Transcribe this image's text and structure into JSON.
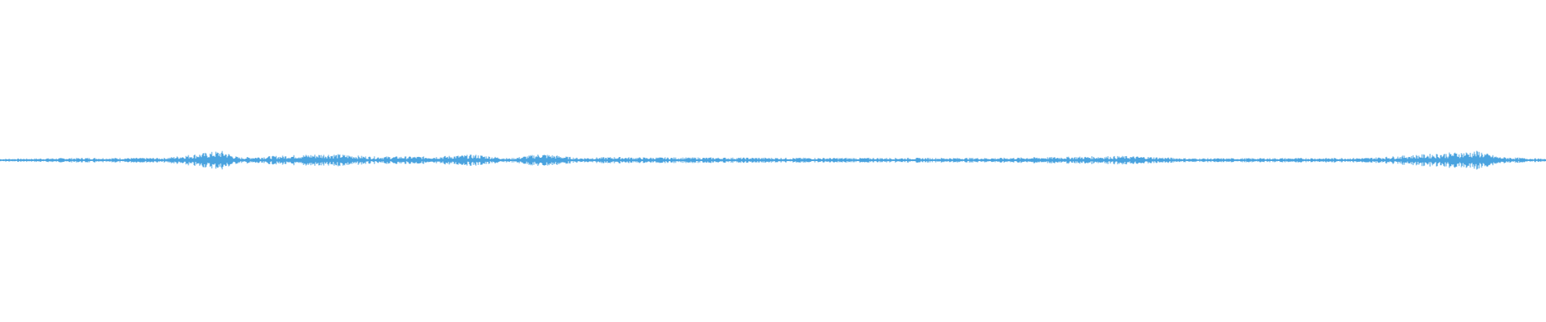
{
  "colors": {
    "background": "#ffffff",
    "waveform": "#4aa3df"
  },
  "waveform": {
    "amplitude_profile": [
      {
        "t": 0.0,
        "a": 0.15
      },
      {
        "t": 0.055,
        "a": 0.25
      },
      {
        "t": 0.106,
        "a": 0.25
      },
      {
        "t": 0.143,
        "a": 1.0
      },
      {
        "t": 0.146,
        "a": 0.9
      },
      {
        "t": 0.15,
        "a": 0.55
      },
      {
        "t": 0.155,
        "a": 0.3
      },
      {
        "t": 0.213,
        "a": 0.7
      },
      {
        "t": 0.24,
        "a": 0.4
      },
      {
        "t": 0.28,
        "a": 0.4
      },
      {
        "t": 0.308,
        "a": 0.6
      },
      {
        "t": 0.33,
        "a": 0.2
      },
      {
        "t": 0.35,
        "a": 0.7
      },
      {
        "t": 0.374,
        "a": 0.25
      },
      {
        "t": 0.4,
        "a": 0.35
      },
      {
        "t": 0.41,
        "a": 0.3
      },
      {
        "t": 0.438,
        "a": 0.3
      },
      {
        "t": 0.54,
        "a": 0.25
      },
      {
        "t": 0.645,
        "a": 0.25
      },
      {
        "t": 0.725,
        "a": 0.45
      },
      {
        "t": 0.737,
        "a": 0.4
      },
      {
        "t": 0.77,
        "a": 0.2
      },
      {
        "t": 0.885,
        "a": 0.25
      },
      {
        "t": 0.957,
        "a": 1.0
      },
      {
        "t": 0.962,
        "a": 0.7
      },
      {
        "t": 0.97,
        "a": 0.35
      },
      {
        "t": 1.0,
        "a": 0.15
      }
    ]
  }
}
